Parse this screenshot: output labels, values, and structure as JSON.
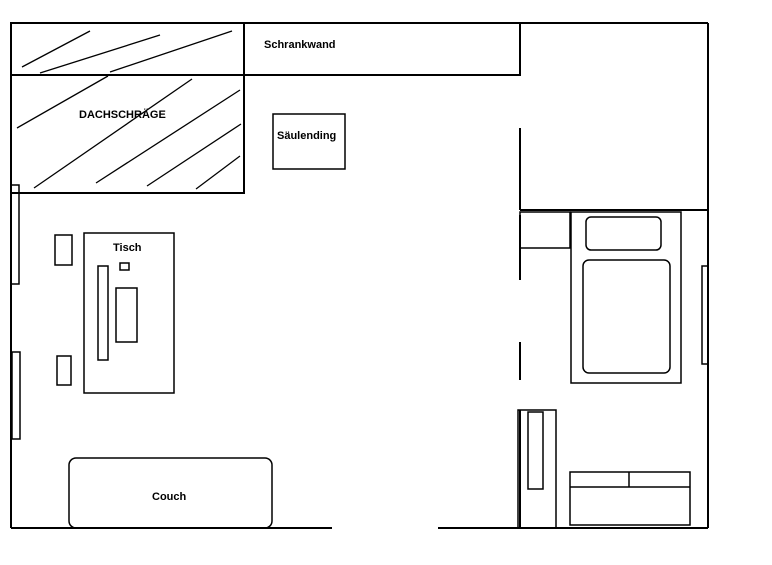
{
  "labels": {
    "schrankwand": "Schrankwand",
    "dachschraege": "DACHSCHRÄGE",
    "saeulending": "Säulending",
    "tisch": "Tisch",
    "couch": "Couch"
  }
}
